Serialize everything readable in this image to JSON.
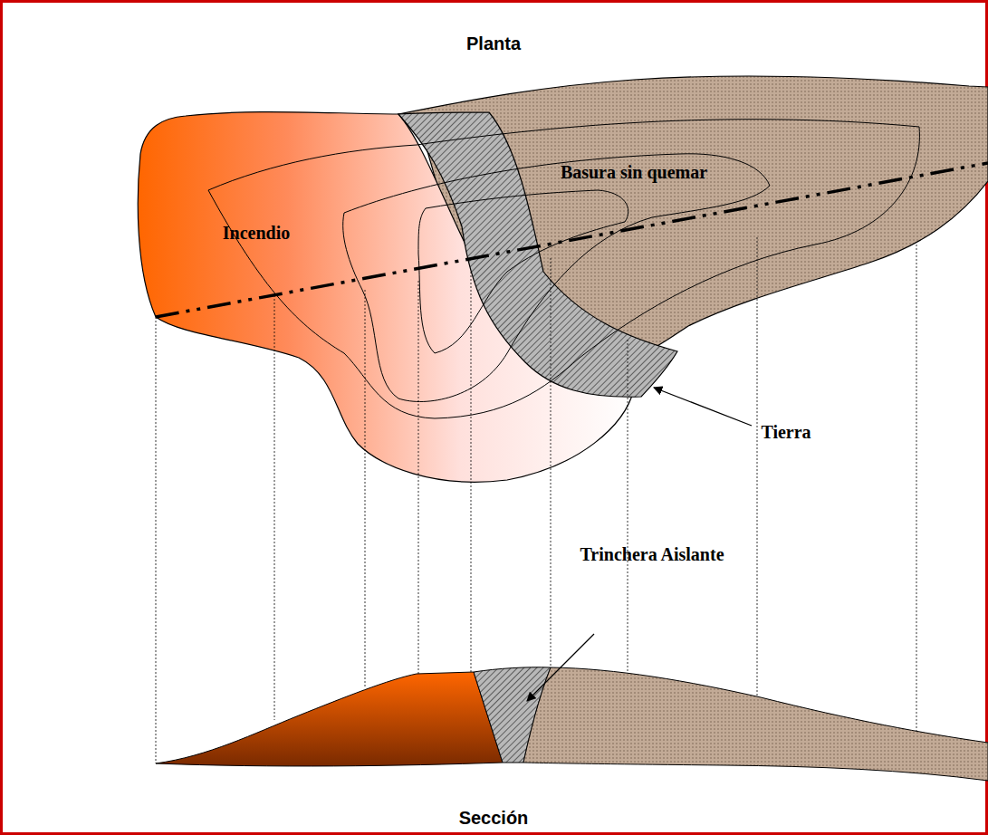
{
  "diagram": {
    "title": "Planta",
    "caption": "Sección",
    "labels": [
      "Incendio",
      "Basura sin quemar",
      "Tierra",
      "Trinchera Aislante"
    ]
  }
}
